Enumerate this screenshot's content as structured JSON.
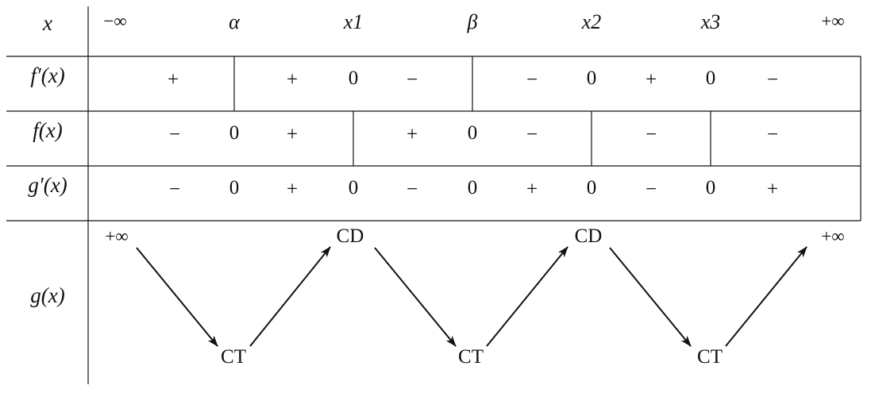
{
  "table": {
    "row_labels": {
      "x": "x",
      "fprime": "f′(x)",
      "f": "f(x)",
      "gprime": "g′(x)",
      "g": "g(x)"
    },
    "x_values": [
      "−∞",
      "α",
      "x1",
      "β",
      "x2",
      "x3",
      "+∞"
    ],
    "fprime_row": [
      "+",
      "+",
      "0",
      "−",
      "−",
      "0",
      "+",
      "0",
      "−"
    ],
    "f_row": [
      "−",
      "0",
      "+",
      "+",
      "0",
      "−",
      "−",
      "−"
    ],
    "gprime_row": [
      "−",
      "0",
      "+",
      "0",
      "−",
      "0",
      "+",
      "0",
      "−",
      "0",
      "+"
    ],
    "g_row": {
      "top": [
        "+∞",
        "CD",
        "CD",
        "+∞"
      ],
      "bottom": [
        "CT",
        "CT",
        "CT"
      ]
    }
  }
}
